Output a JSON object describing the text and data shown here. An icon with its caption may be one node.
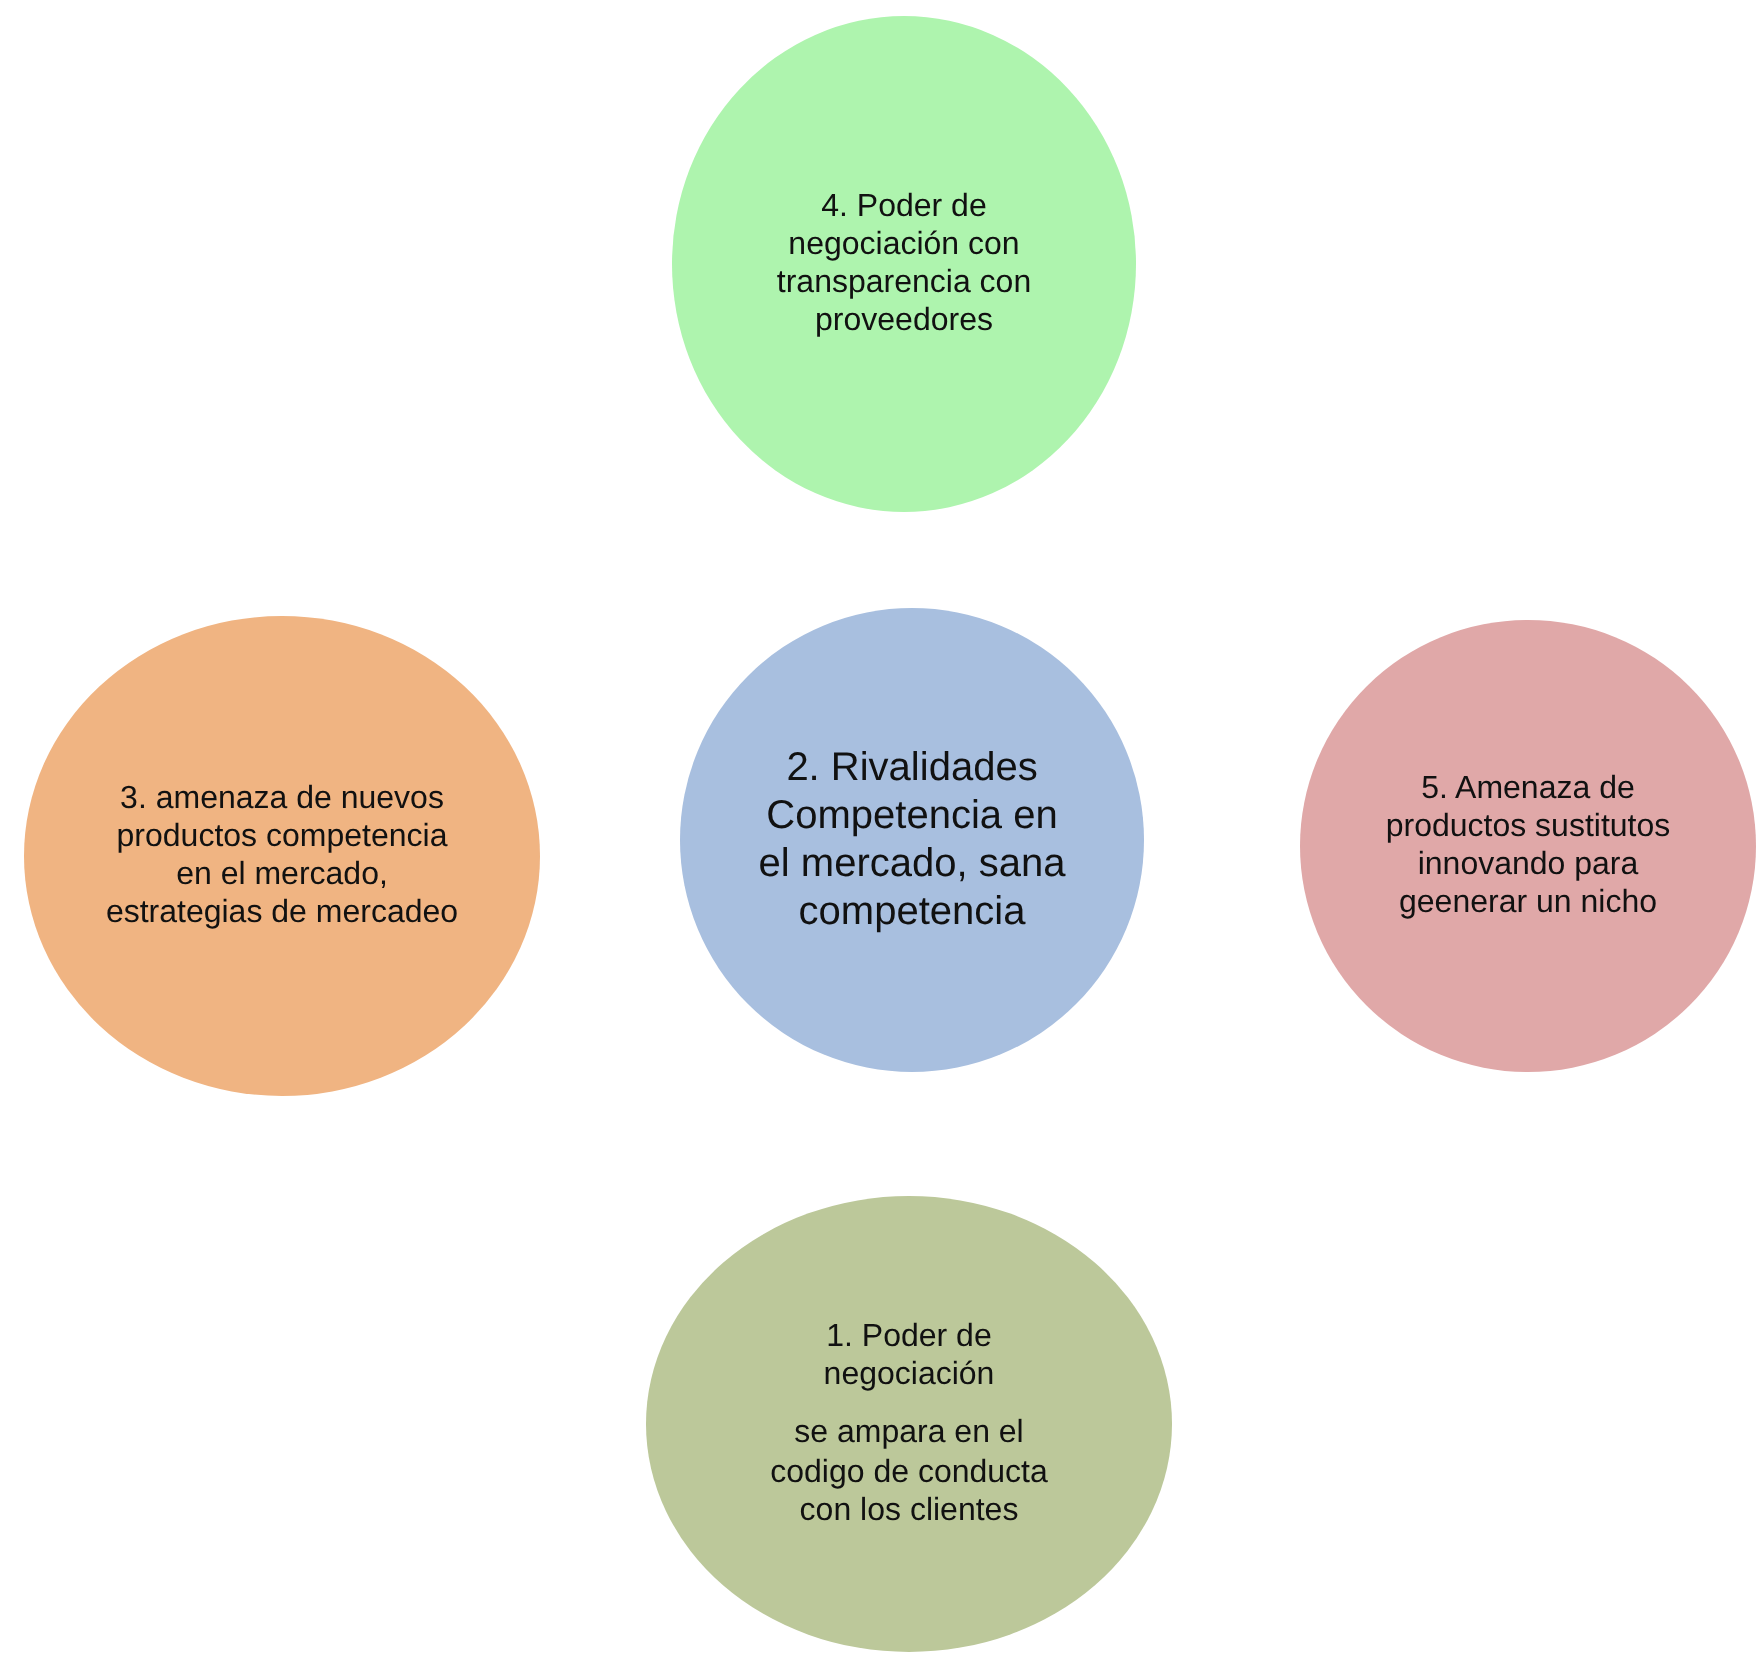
{
  "diagram": {
    "nodes": [
      {
        "text": [
          "4. Poder de negociación con transparencia con proveedores"
        ]
      },
      {
        "text": [
          "3. amenaza de nuevos productos competencia en el mercado, estrategias de mercadeo"
        ]
      },
      {
        "text": [
          "2. Rivalidades Competencia en el mercado, sana competencia"
        ]
      },
      {
        "text": [
          "5. Amenaza de productos sustitutos innovando para geenerar un nicho"
        ]
      },
      {
        "text": [
          "1. Poder de negociación",
          "se ampara en el codigo de conducta con los clientes"
        ]
      }
    ]
  }
}
